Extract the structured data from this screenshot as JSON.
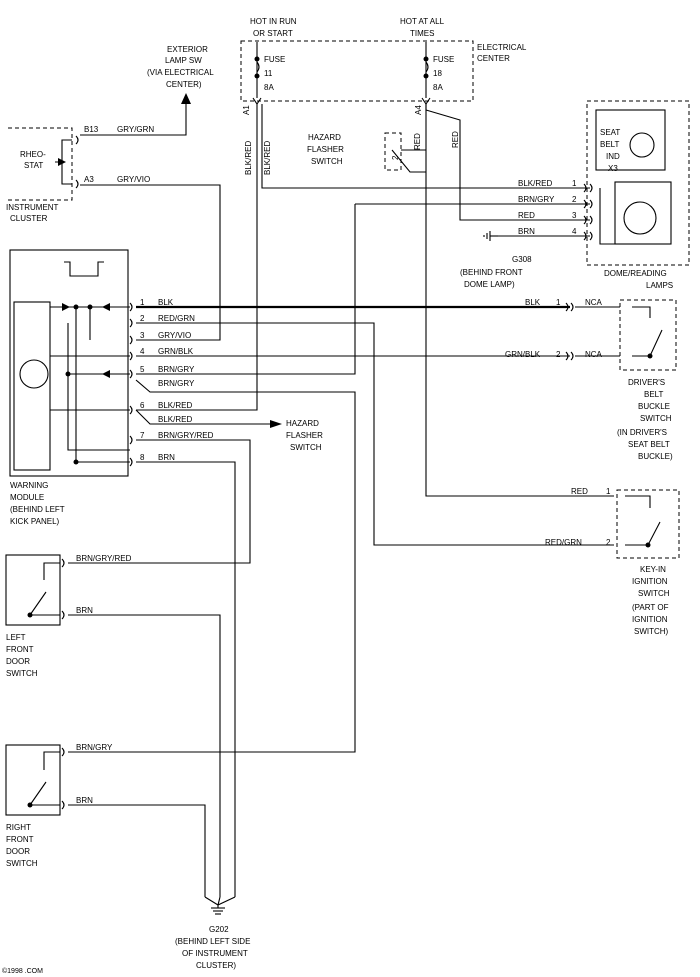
{
  "power": {
    "hot_run_1": "HOT IN RUN",
    "hot_run_2": "OR START",
    "hot_all_1": "HOT AT ALL",
    "hot_all_2": "TIMES",
    "elec_center_1": "ELECTRICAL",
    "elec_center_2": "CENTER",
    "fuse1_1": "FUSE",
    "fuse1_2": "11",
    "fuse1_3": "8A",
    "fuse2_1": "FUSE",
    "fuse2_2": "18",
    "fuse2_3": "8A",
    "pin_a1": "A1",
    "pin_a4": "A4"
  },
  "exterior_lamp": {
    "l1": "EXTERIOR",
    "l2": "LAMP SW",
    "l3": "(VIA ELECTRICAL",
    "l4": "CENTER)"
  },
  "instrument_cluster": {
    "rheostat_1": "RHEO-",
    "rheostat_2": "STAT",
    "label_1": "INSTRUMENT",
    "label_2": "CLUSTER",
    "pin_b13": "B13",
    "pin_a3": "A3",
    "wire_gry_grn": "GRY/GRN",
    "wire_gry_vio": "GRY/VIO"
  },
  "hazard": {
    "l1": "HAZARD",
    "l2": "FLASHER",
    "l3": "SWITCH",
    "pin": "2",
    "arrow_1": "HAZARD",
    "arrow_2": "FLASHER",
    "arrow_3": "SWITCH"
  },
  "vertical_wires": {
    "blk_red_1": "BLK/RED",
    "blk_red_2": "BLK/RED",
    "red_1": "RED",
    "red_2": "RED"
  },
  "dome": {
    "seat_belt_1": "SEAT",
    "seat_belt_2": "BELT",
    "seat_belt_3": "IND",
    "seat_belt_4": "X3",
    "label_1": "DOME/READING",
    "label_2": "LAMPS",
    "rows": [
      {
        "wire": "BLK/RED",
        "pin": "1"
      },
      {
        "wire": "BRN/GRY",
        "pin": "2"
      },
      {
        "wire": "RED",
        "pin": "3"
      },
      {
        "wire": "BRN",
        "pin": "4"
      }
    ],
    "ground_1": "G308",
    "ground_2": "(BEHIND FRONT",
    "ground_3": "DOME LAMP)"
  },
  "warning_module": {
    "label_1": "WARNING",
    "label_2": "MODULE",
    "label_3": "(BEHIND LEFT",
    "label_4": "KICK PANEL)",
    "pins": [
      {
        "pin": "1",
        "wire": "BLK"
      },
      {
        "pin": "2",
        "wire": "RED/GRN"
      },
      {
        "pin": "3",
        "wire": "GRY/VIO"
      },
      {
        "pin": "4",
        "wire": "GRN/BLK"
      },
      {
        "pin": "5",
        "wire": "BRN/GRY"
      },
      {
        "pin": "",
        "wire": "BRN/GRY"
      },
      {
        "pin": "6",
        "wire": "BLK/RED"
      },
      {
        "pin": "",
        "wire": "BLK/RED"
      },
      {
        "pin": "7",
        "wire": "BRN/GRY/RED"
      },
      {
        "pin": "8",
        "wire": "BRN"
      }
    ]
  },
  "buckle_switch": {
    "wire1": "BLK",
    "pin1": "1",
    "wire2": "GRN/BLK",
    "pin2": "2",
    "nca1": "NCA",
    "nca2": "NCA",
    "l1": "DRIVER'S",
    "l2": "BELT",
    "l3": "BUCKLE",
    "l4": "SWITCH",
    "l5": "(IN DRIVER'S",
    "l6": "SEAT BELT",
    "l7": "BUCKLE)"
  },
  "ignition": {
    "wire1": "RED",
    "pin1": "1",
    "wire2": "RED/GRN",
    "pin2": "2",
    "l1": "KEY-IN",
    "l2": "IGNITION",
    "l3": "SWITCH",
    "l4": "(PART OF",
    "l5": "IGNITION",
    "l6": "SWITCH)"
  },
  "left_door": {
    "wire1": "BRN/GRY/RED",
    "wire2": "BRN",
    "l1": "LEFT",
    "l2": "FRONT",
    "l3": "DOOR",
    "l4": "SWITCH"
  },
  "right_door": {
    "wire1": "BRN/GRY",
    "wire2": "BRN",
    "l1": "RIGHT",
    "l2": "FRONT",
    "l3": "DOOR",
    "l4": "SWITCH"
  },
  "ground_g202": {
    "l1": "G202",
    "l2": "(BEHIND LEFT SIDE",
    "l3": "OF INSTRUMENT",
    "l4": "CLUSTER)"
  },
  "watermark": "©1998 .COM"
}
